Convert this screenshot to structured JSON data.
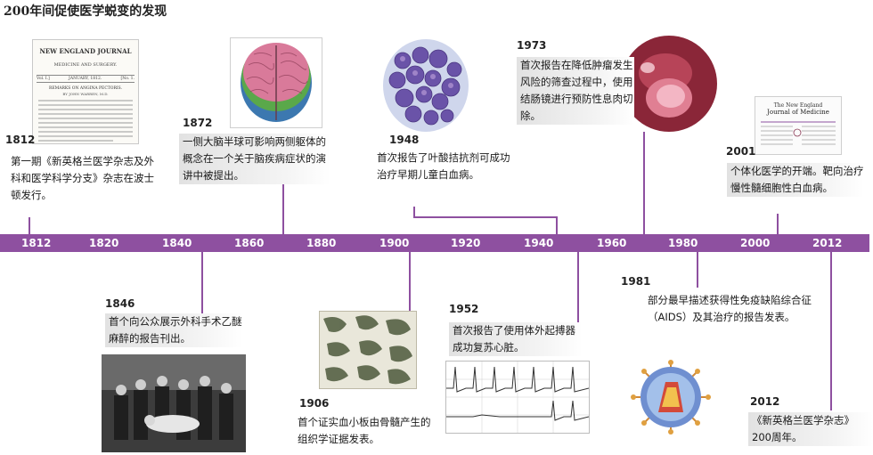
{
  "title": "200年间促使医学蜕变的发现",
  "axis_ticks": [
    "1812",
    "1820",
    "1840",
    "1860",
    "1880",
    "1900",
    "1920",
    "1940",
    "1960",
    "1980",
    "2000",
    "2012"
  ],
  "events": {
    "e1812": {
      "year": "1812",
      "text": "第一期《新英格兰医学杂志及外科和医学科学分支》杂志在波士顿发行。"
    },
    "e1846": {
      "year": "1846",
      "text": "首个向公众展示外科手术乙醚麻醉的报告刊出。"
    },
    "e1872": {
      "year": "1872",
      "text": "一侧大脑半球可影响两侧躯体的概念在一个关于脑疾病症状的演讲中被提出。"
    },
    "e1906": {
      "year": "1906",
      "text": "首个证实血小板由骨髓产生的组织学证据发表。"
    },
    "e1948": {
      "year": "1948",
      "text": "首次报告了叶酸拮抗剂可成功治疗早期儿童白血病。"
    },
    "e1952": {
      "year": "1952",
      "text": "首次报告了使用体外起搏器成功复苏心脏。"
    },
    "e1973": {
      "year": "1973",
      "text": "首次报告在降低肿瘤发生风险的筛查过程中，使用结肠镜进行预防性息肉切除。"
    },
    "e1981": {
      "year": "1981",
      "text": "部分最早描述获得性免疫缺陷综合征（AIDS）及其治疗的报告发表。"
    },
    "e2001": {
      "year": "2001",
      "text": "个体化医学的开端。靶向治疗慢性髓细胞性白血病。"
    },
    "e2012": {
      "year": "2012",
      "text": "《新英格兰医学杂志》200周年。"
    }
  },
  "journal_1812": {
    "title": "NEW ENGLAND JOURNAL",
    "subtitle": "MEDICINE AND SURGERY.",
    "vol": "Vol. I.]",
    "date": "JANUARY, 1812.",
    "no": "[No. 1.",
    "heading": "REMARKS ON ANGINA PECTORIS.",
    "author": "BY JOHN WARREN, M.D."
  },
  "journal_2012": {
    "title": "The New England",
    "subtitle": "Journal of Medicine"
  }
}
